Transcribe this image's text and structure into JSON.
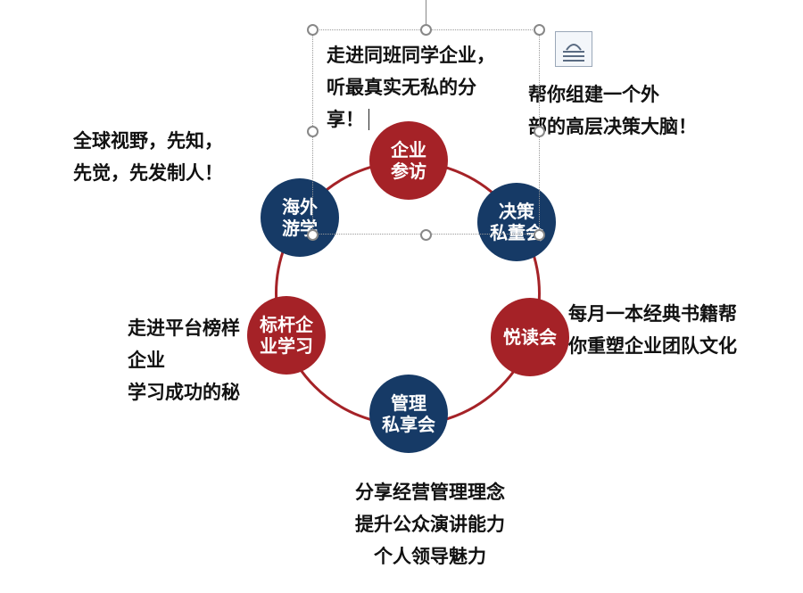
{
  "nodes": [
    {
      "label": "企业\n参访",
      "color": "#a52227"
    },
    {
      "label": "决策\n私董会",
      "color": "#163a66"
    },
    {
      "label": "悦读会",
      "color": "#a52227"
    },
    {
      "label": "管理\n私享会",
      "color": "#163a66"
    },
    {
      "label": "标杆企\n业学习",
      "color": "#a52227"
    },
    {
      "label": "海外\n游学",
      "color": "#163a66"
    }
  ],
  "captions": {
    "qiye": "走进同班同学企业，\n听最真实无私的分\n享！",
    "juece": "帮你组建一个外\n部的高层决策大脑！",
    "yuedu": "每月一本经典书籍帮\n你重塑企业团队文化",
    "guanli": "分享经营管理理念\n提升公众演讲能力\n个人领导魅力",
    "biaogan": "走进平台榜样\n企业\n学习成功的秘",
    "haiwai": "全球视野，先知，\n先觉，先发制人！"
  },
  "colors": {
    "red": "#a52227",
    "navy": "#163a66"
  }
}
